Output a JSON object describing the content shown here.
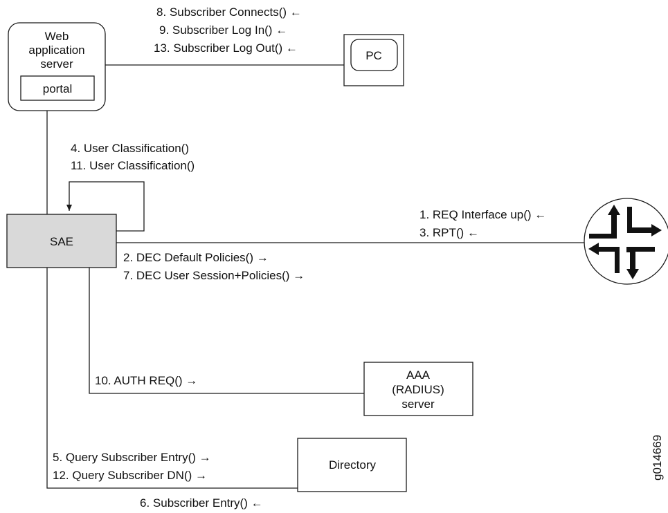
{
  "nodes": {
    "web_server": {
      "lines": [
        "Web",
        "application",
        "server"
      ],
      "portal": "portal"
    },
    "pc": "PC",
    "sae": "SAE",
    "aaa": {
      "lines": [
        "AAA",
        "(RADIUS)",
        "server"
      ]
    },
    "directory": "Directory",
    "router": "router-icon"
  },
  "messages": {
    "pc": [
      "8. Subscriber Connects() ←",
      "9. Subscriber Log In() ←",
      "13. Subscriber Log Out() ←"
    ],
    "classification": [
      "4. User Classification()",
      "11. User Classification()"
    ],
    "router_in": [
      "1. REQ Interface up() ←",
      "3. RPT() ←"
    ],
    "router_out": [
      "2. DEC Default Policies() →",
      "7. DEC User Session+Policies() →"
    ],
    "aaa": "10. AUTH REQ() →",
    "directory_out": [
      "5. Query Subscriber Entry() →",
      "12. Query Subscriber DN() →"
    ],
    "directory_in": "6. Subscriber Entry() ←"
  },
  "figure_id": "g014669",
  "colors": {
    "sae_fill": "#d9d9d9",
    "line": "#1a1a1a",
    "background": "#ffffff"
  }
}
